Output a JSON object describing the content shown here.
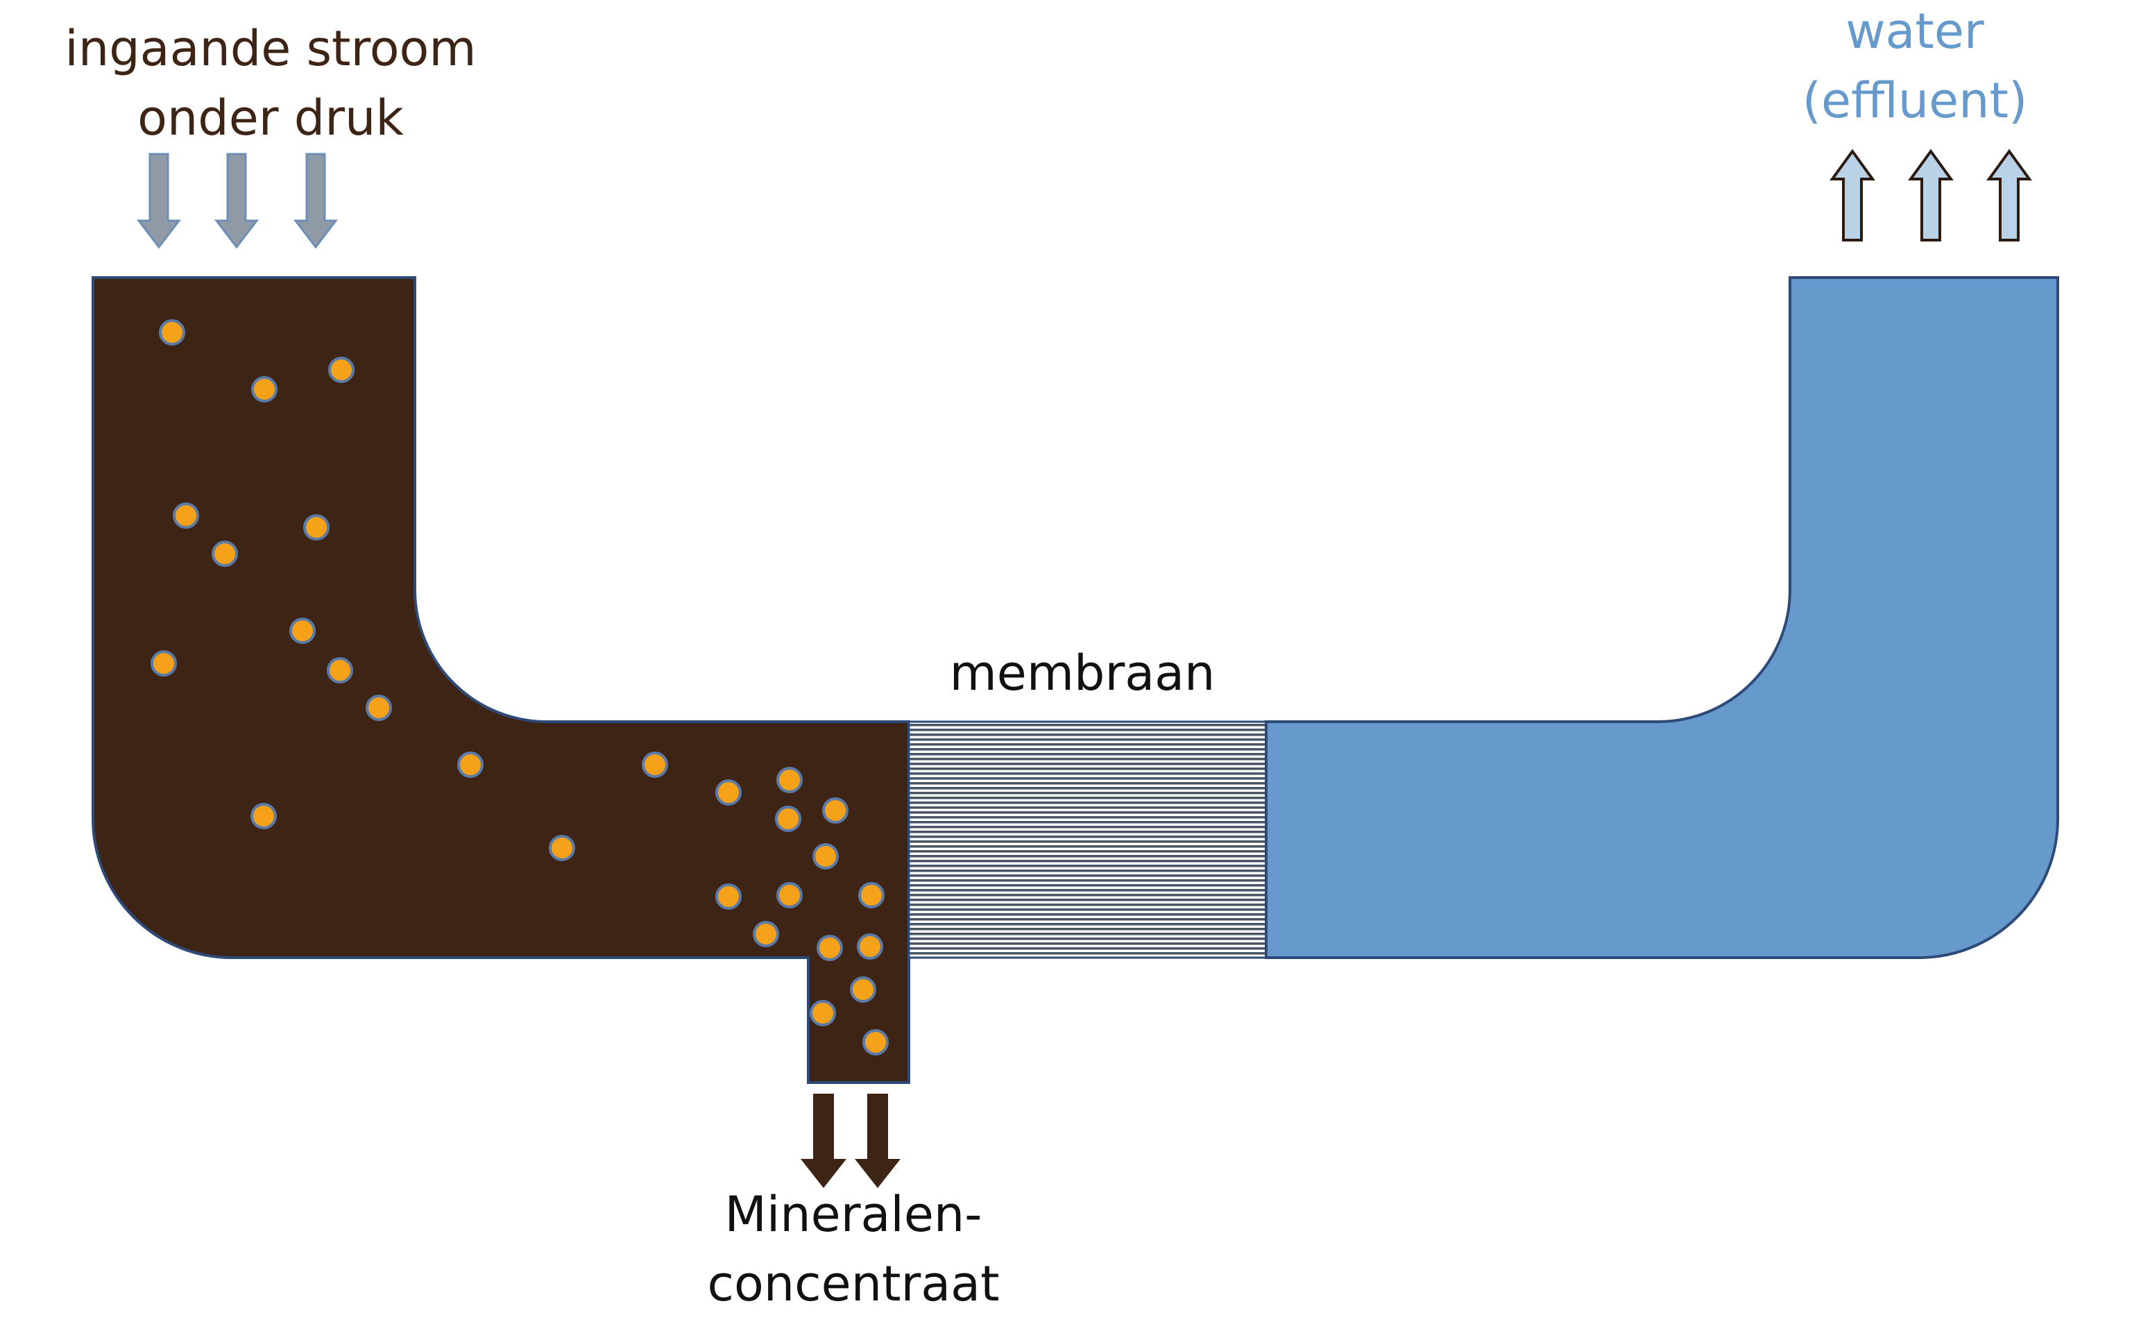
{
  "labels": {
    "inflow": [
      "ingaande stroom",
      "onder druk"
    ],
    "permeate": [
      "water",
      "(effluent)"
    ],
    "membrane": "membraan",
    "concentrate": [
      "Mineralen-",
      "concentraat"
    ]
  },
  "colors": {
    "feed": "#3e2415",
    "water": "#6699cc",
    "mineral": "#f5a11a",
    "mineral_outline": "#5a7aa8",
    "membrane_line": "#4a5566",
    "outline": "#2e4a78",
    "inflow_arrow": "#8f9aa6",
    "outflow_arrow": "#b9d2e8",
    "concentrate_arrow": "#3e2415",
    "text_dark": "#3e2415",
    "text_water": "#6699cc",
    "text_black": "#111111"
  }
}
